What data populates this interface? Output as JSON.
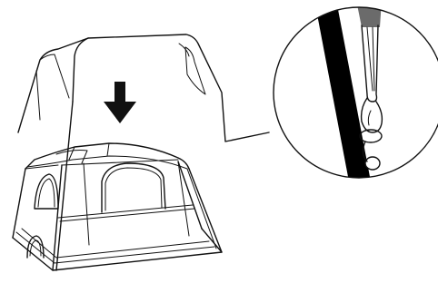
{
  "figure": {
    "type": "assembly-instruction",
    "icons": {
      "arrow": "down-arrow-icon",
      "fly": "rainfly-outline",
      "tent": "tent-frame",
      "detail": "magnified-clip-detail"
    },
    "colors": {
      "stroke": "#111111",
      "background": "#ffffff",
      "pole": "#000000",
      "pole_cap": "#6b6b6b"
    }
  }
}
